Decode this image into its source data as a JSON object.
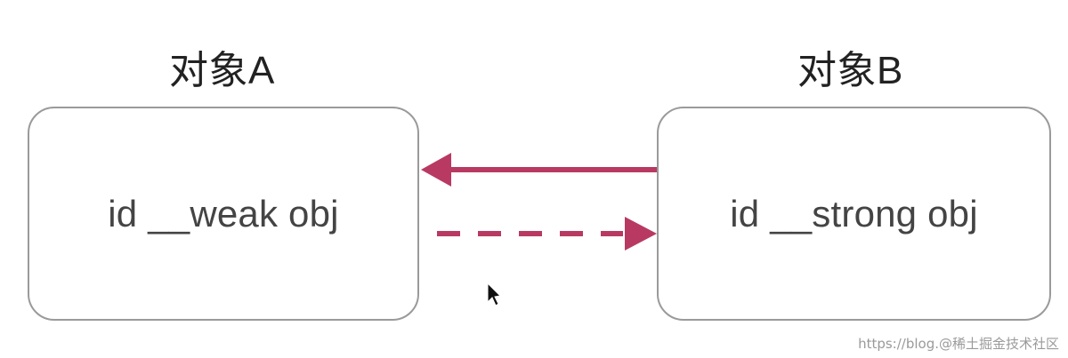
{
  "object_a": {
    "title": "对象A",
    "label": "id __weak obj"
  },
  "object_b": {
    "title": "对象B",
    "label": "id __strong obj"
  },
  "arrows": {
    "color": "#b83a62",
    "b_to_a": {
      "style": "solid",
      "from": "object_b",
      "to": "object_a"
    },
    "a_to_b": {
      "style": "dashed",
      "from": "object_a",
      "to": "object_b"
    }
  },
  "watermark": "https://blog.@稀土掘金技术社区"
}
